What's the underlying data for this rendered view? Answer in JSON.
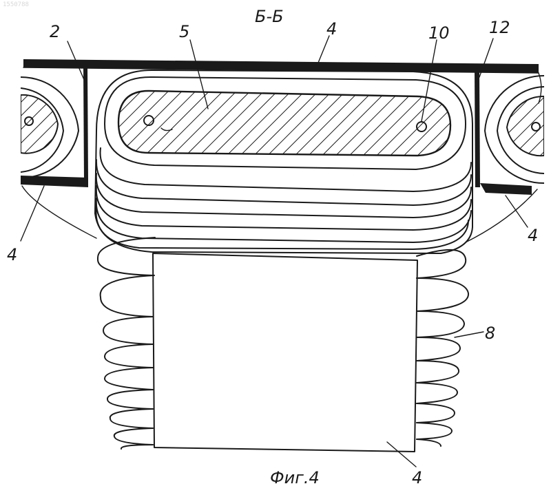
{
  "document_number": "1550788",
  "section_label": "Б-Б",
  "caption": "Фиг.4",
  "callouts": {
    "c2": "2",
    "c5": "5",
    "c4_top": "4",
    "c10": "10",
    "c12": "12",
    "c4_left": "4",
    "c4_right": "4",
    "c8": "8",
    "c4_bottom": "4"
  },
  "colors": {
    "ink": "#1a1a1a",
    "paper": "#ffffff"
  }
}
